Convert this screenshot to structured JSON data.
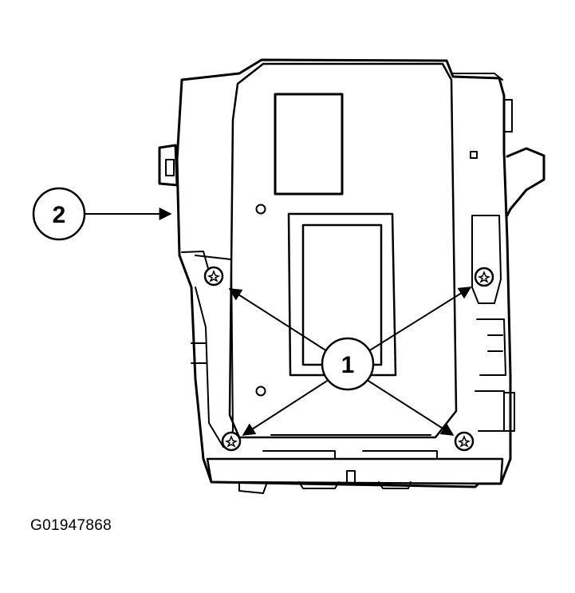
{
  "diagram": {
    "callouts": [
      {
        "id": "callout-1",
        "label": "1"
      },
      {
        "id": "callout-2",
        "label": "2"
      }
    ],
    "figure_id": "G01947868"
  }
}
